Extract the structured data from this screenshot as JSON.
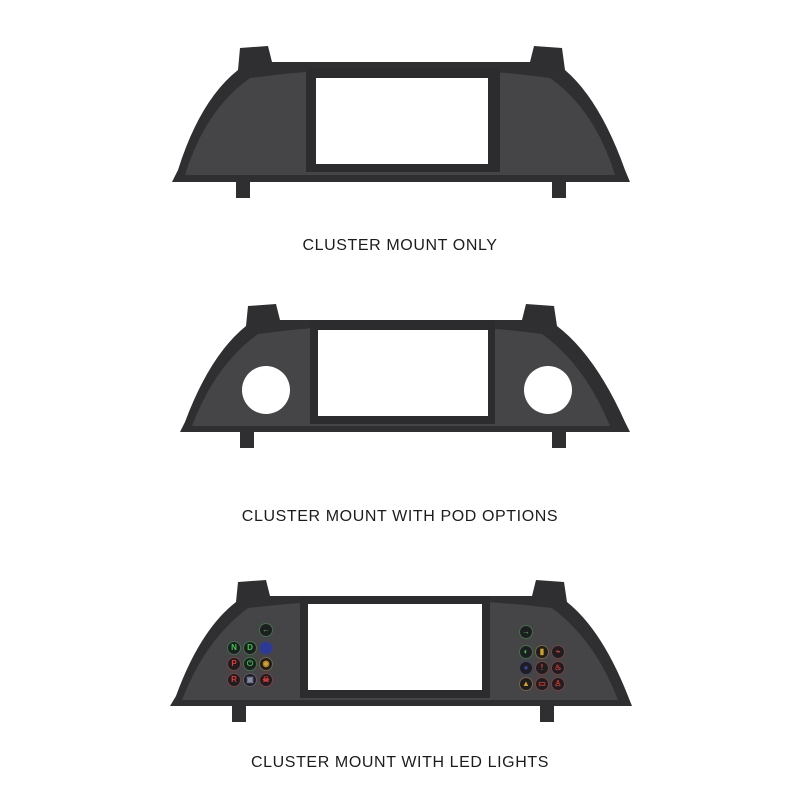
{
  "products": [
    {
      "id": "cluster-only",
      "caption": "CLUSTER MOUNT ONLY"
    },
    {
      "id": "pod-options",
      "caption": "CLUSTER MOUNT WITH POD OPTIONS"
    },
    {
      "id": "led-lights",
      "caption": "CLUSTER MOUNT WITH LED LIGHTS"
    }
  ],
  "colors": {
    "bezel": "#3a3a3c",
    "bezel_edge": "#2a2a2c",
    "inner": "#48484a",
    "cutout": "#ffffff"
  },
  "leds_left": [
    {
      "glyph": "←",
      "color": "#33cc44",
      "icon": "turn-signal-left-icon"
    },
    {
      "glyph": "N",
      "color": "#33cc44",
      "icon": "neutral-indicator-icon"
    },
    {
      "glyph": "D",
      "color": "#33cc44",
      "icon": "drive-indicator-icon"
    },
    {
      "glyph": "",
      "color": "#2b3a99",
      "icon": "high-beam-icon"
    },
    {
      "glyph": "P",
      "color": "#e23b2e",
      "icon": "park-indicator-icon"
    },
    {
      "glyph": "⏻",
      "color": "#33cc44",
      "icon": "power-icon"
    },
    {
      "glyph": "◉",
      "color": "#d6a021",
      "icon": "parking-brake-icon"
    },
    {
      "glyph": "R",
      "color": "#e23b2e",
      "icon": "reverse-indicator-icon"
    },
    {
      "glyph": "▣",
      "color": "#8888aa",
      "icon": "door-icon"
    },
    {
      "glyph": "☠",
      "color": "#e23b2e",
      "icon": "warning-icon"
    }
  ],
  "leds_right": [
    {
      "glyph": "→",
      "color": "#33cc44",
      "icon": "turn-signal-right-icon"
    },
    {
      "glyph": "◐",
      "color": "#33cc44",
      "icon": "headlight-icon"
    },
    {
      "glyph": "▮",
      "color": "#d6a021",
      "icon": "fuel-icon"
    },
    {
      "glyph": "⌁",
      "color": "#e23b2e",
      "icon": "oil-pressure-icon"
    },
    {
      "glyph": "●",
      "color": "#3344aa",
      "icon": "high-beam-icon"
    },
    {
      "glyph": "!",
      "color": "#e23b2e",
      "icon": "brake-warning-icon"
    },
    {
      "glyph": "♨",
      "color": "#e23b2e",
      "icon": "temperature-icon"
    },
    {
      "glyph": "▲",
      "color": "#d6a021",
      "icon": "check-engine-icon"
    },
    {
      "glyph": "▭",
      "color": "#e23b2e",
      "icon": "battery-icon"
    },
    {
      "glyph": "♙",
      "color": "#e23b2e",
      "icon": "seatbelt-icon"
    }
  ]
}
